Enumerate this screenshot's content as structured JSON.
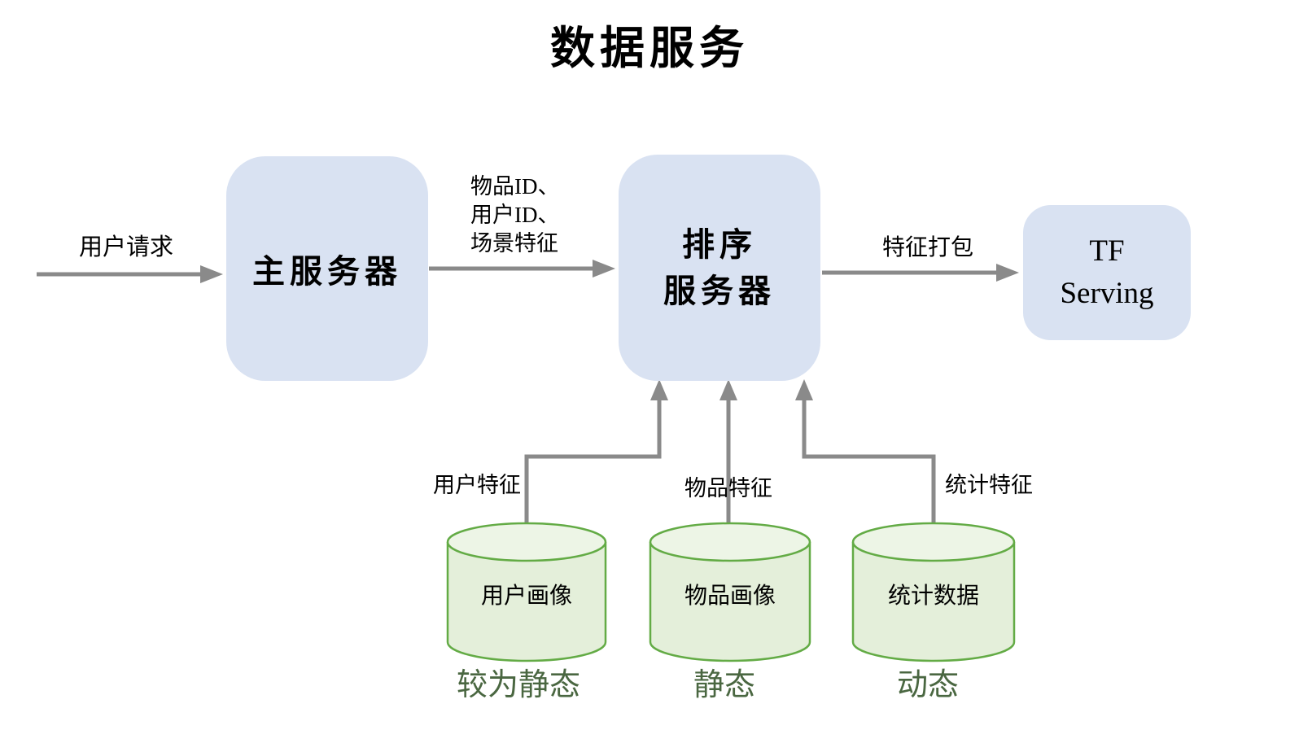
{
  "title": "数据服务",
  "nodes": {
    "main_server": {
      "label": "主服务器"
    },
    "ranking_server": {
      "lines": [
        "排序",
        "服务器"
      ]
    },
    "tf_serving": {
      "lines": [
        "TF",
        "Serving"
      ]
    }
  },
  "edges": {
    "user_request": {
      "label": "用户请求"
    },
    "ranking_input": {
      "lines": [
        "物品ID、",
        "用户ID、",
        "场景特征"
      ]
    },
    "feature_pack": {
      "label": "特征打包"
    },
    "user_features": {
      "label": "用户特征"
    },
    "item_features": {
      "label": "物品特征"
    },
    "stat_features": {
      "label": "统计特征"
    }
  },
  "databases": [
    {
      "label": "用户画像",
      "caption": "较为静态"
    },
    {
      "label": "物品画像",
      "caption": "静态"
    },
    {
      "label": "统计数据",
      "caption": "动态"
    }
  ],
  "colors": {
    "background": "#ffffff",
    "node_fill": "#d9e2f2",
    "arrow": "#8a8a8a",
    "cylinder_fill": "#e4efda",
    "cylinder_top_fill": "#edf5e6",
    "cylinder_stroke": "#63ab45",
    "caption_text": "#4a6741",
    "text": "#000000"
  }
}
